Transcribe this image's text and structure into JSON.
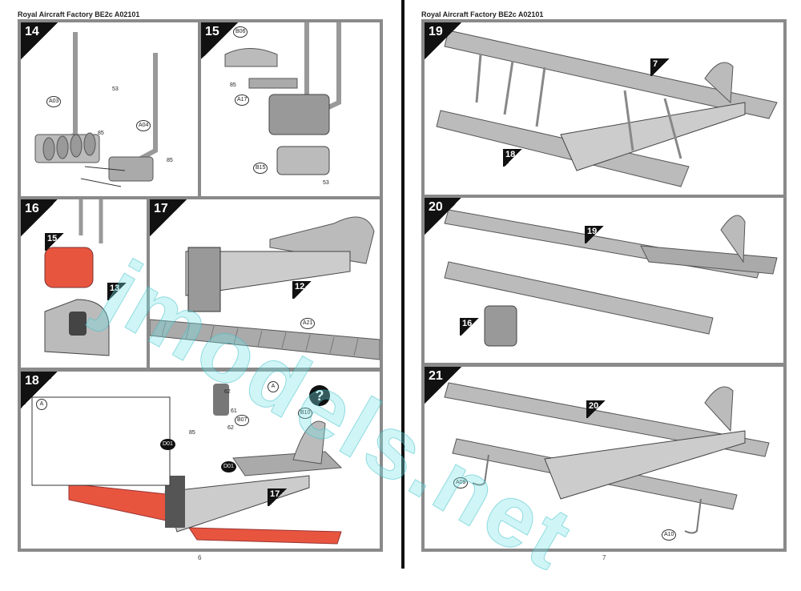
{
  "header_left": "Royal Aircraft Factory BE2c A02101",
  "header_right": "Royal Aircraft Factory BE2c A02101",
  "page_left": "6",
  "page_right": "7",
  "watermark": "jmodels.net",
  "steps": {
    "s14": {
      "num": "14",
      "labels": {
        "a03": "A03",
        "n53": "53",
        "n85a": "85",
        "a04": "A04",
        "n85b": "85"
      }
    },
    "s15": {
      "num": "15",
      "labels": {
        "b06": "B06",
        "n85": "85",
        "a17": "A17",
        "b15": "B15",
        "n53": "53"
      }
    },
    "s16": {
      "num": "16",
      "refs": {
        "r15": "15",
        "r13": "13"
      }
    },
    "s17": {
      "num": "17",
      "refs": {
        "r12": "12"
      },
      "labels": {
        "a21": "A21"
      }
    },
    "s18": {
      "num": "18",
      "labels": {
        "a1": "A",
        "a2": "A",
        "n62a": "62",
        "n61": "61",
        "b07": "B07",
        "n62b": "62",
        "n85": "85",
        "d01a": "D01",
        "d01b": "D01",
        "b10": "B10",
        "q": "?"
      },
      "refs": {
        "r17": "17"
      }
    },
    "s19": {
      "num": "19",
      "refs": {
        "r7": "7",
        "r18": "18"
      }
    },
    "s20": {
      "num": "20",
      "refs": {
        "r19": "19",
        "r16": "16"
      }
    },
    "s21": {
      "num": "21",
      "refs": {
        "r20": "20"
      },
      "labels": {
        "a09": "A09",
        "a10": "A10"
      }
    }
  }
}
